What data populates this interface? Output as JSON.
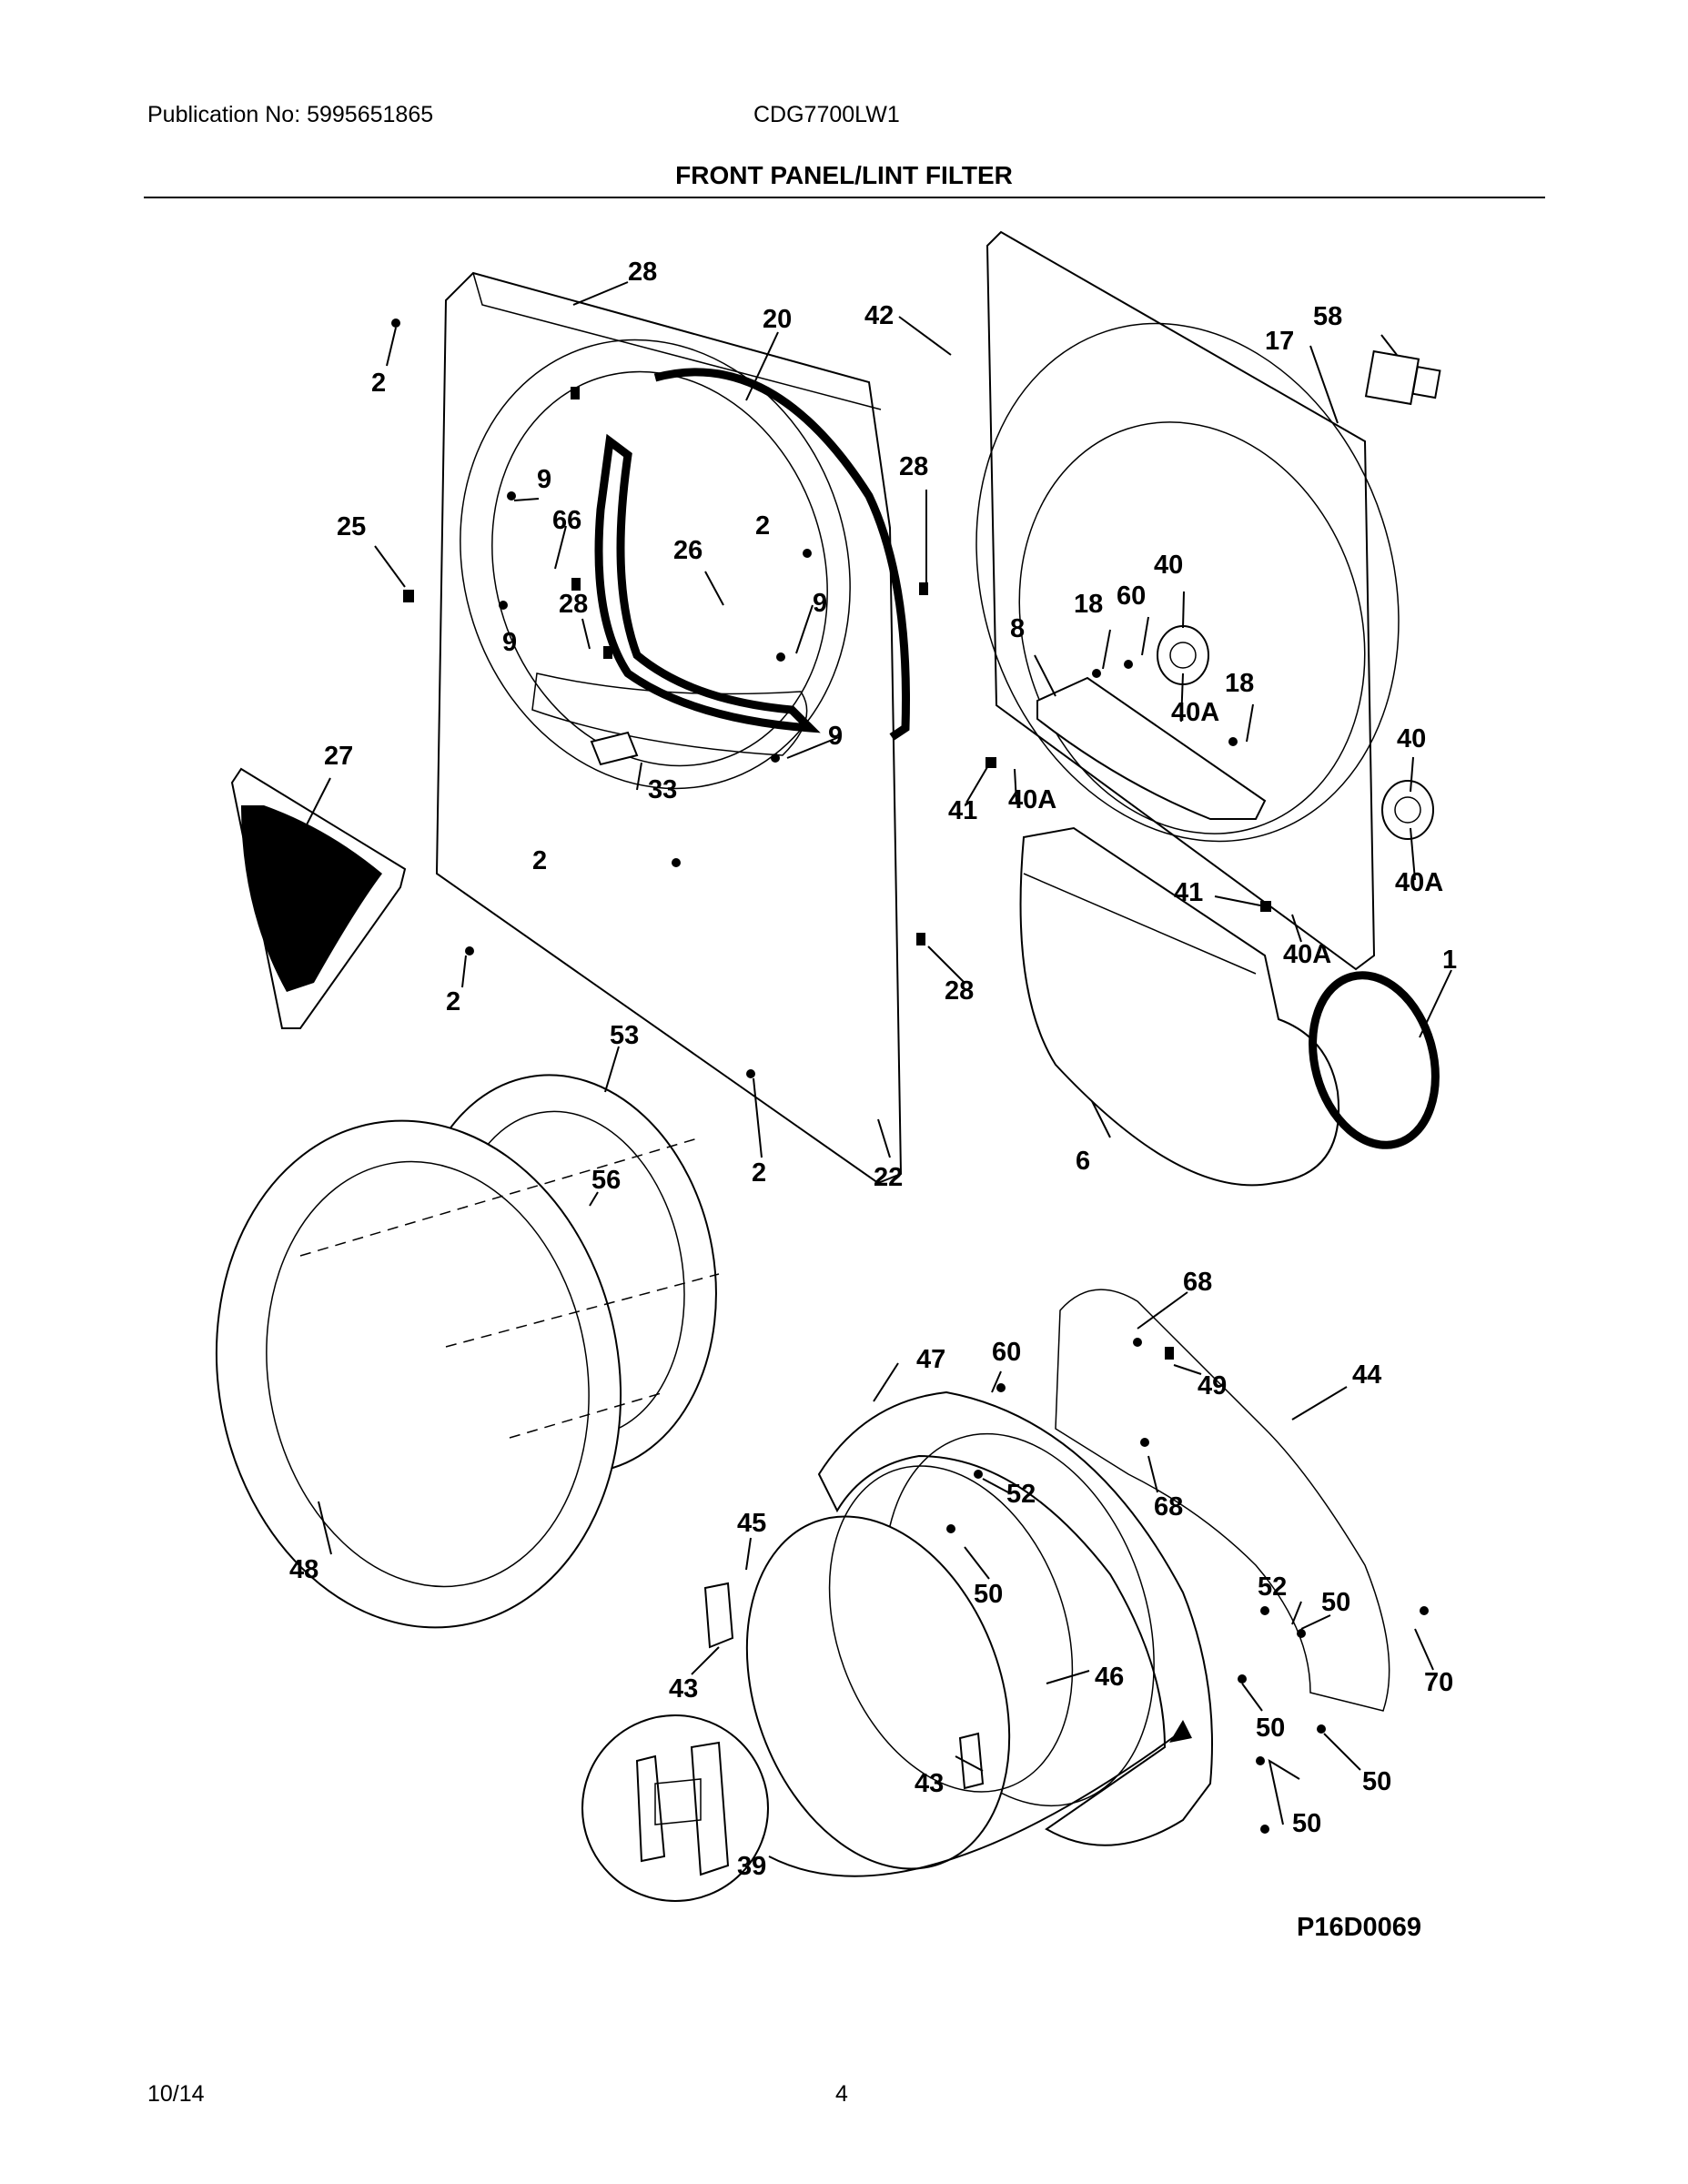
{
  "header": {
    "publication": "Publication No: 5995651865",
    "model": "CDG7700LW1",
    "title": "FRONT PANEL/LINT FILTER"
  },
  "diagram": {
    "ref": "P16D0069",
    "callouts": {
      "c28a": "28",
      "c20": "20",
      "c42": "42",
      "c58": "58",
      "c17": "17",
      "c2a": "2",
      "c28b": "28",
      "c9a": "9",
      "c66": "66",
      "c25": "25",
      "c2b": "2",
      "c26": "26",
      "c28c": "28",
      "c9b": "9",
      "c9c": "9",
      "c40a": "40",
      "c18a": "18",
      "c60a": "60",
      "c8": "8",
      "c18b": "18",
      "c40Aa": "40A",
      "c9d": "9",
      "c33": "33",
      "c27": "27",
      "c40b": "40",
      "c41a": "41",
      "c40Ab": "40A",
      "c2c": "2",
      "c41b": "41",
      "c40Ac": "40A",
      "c40Ad": "40A",
      "c2d": "2",
      "c28d": "28",
      "c1": "1",
      "c53": "53",
      "c2e": "2",
      "c22": "22",
      "c6": "6",
      "c56": "56",
      "c68a": "68",
      "c47": "47",
      "c60b": "60",
      "c44": "44",
      "c49": "49",
      "c52a": "52",
      "c68b": "68",
      "c45": "45",
      "c48": "48",
      "c50a": "50",
      "c52b": "52",
      "c50b": "50",
      "c46": "46",
      "c43a": "43",
      "c70": "70",
      "c50c": "50",
      "c50d": "50",
      "c43b": "43",
      "c50e": "50",
      "c39": "39"
    }
  },
  "footer": {
    "date": "10/14",
    "page": "4"
  }
}
